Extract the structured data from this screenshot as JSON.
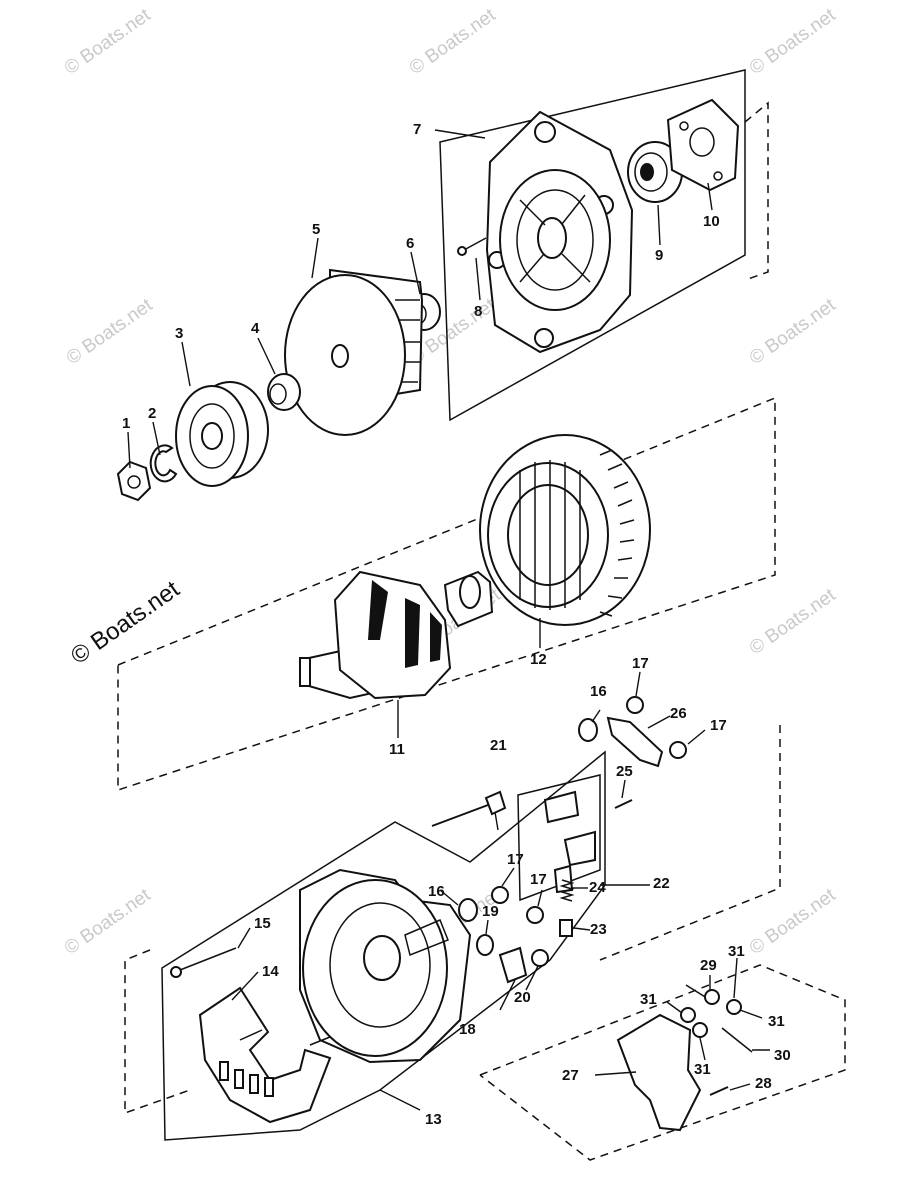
{
  "watermark": {
    "text": "© Boats.net"
  },
  "callouts": {
    "c1": "1",
    "c2": "2",
    "c3": "3",
    "c4": "4",
    "c5": "5",
    "c6": "6",
    "c7": "7",
    "c8": "8",
    "c9": "9",
    "c10": "10",
    "c11": "11",
    "c12": "12",
    "c13": "13",
    "c14": "14",
    "c15": "15",
    "c16a": "16",
    "c16b": "16",
    "c17a": "17",
    "c17b": "17",
    "c17c": "17",
    "c17d": "17",
    "c18": "18",
    "c19": "19",
    "c20": "20",
    "c21": "21",
    "c22": "22",
    "c23": "23",
    "c24": "24",
    "c25": "25",
    "c26": "26",
    "c27": "27",
    "c28": "28",
    "c29": "29",
    "c30": "30",
    "c31a": "31",
    "c31b": "31",
    "c31c": "31",
    "c31d": "31"
  }
}
